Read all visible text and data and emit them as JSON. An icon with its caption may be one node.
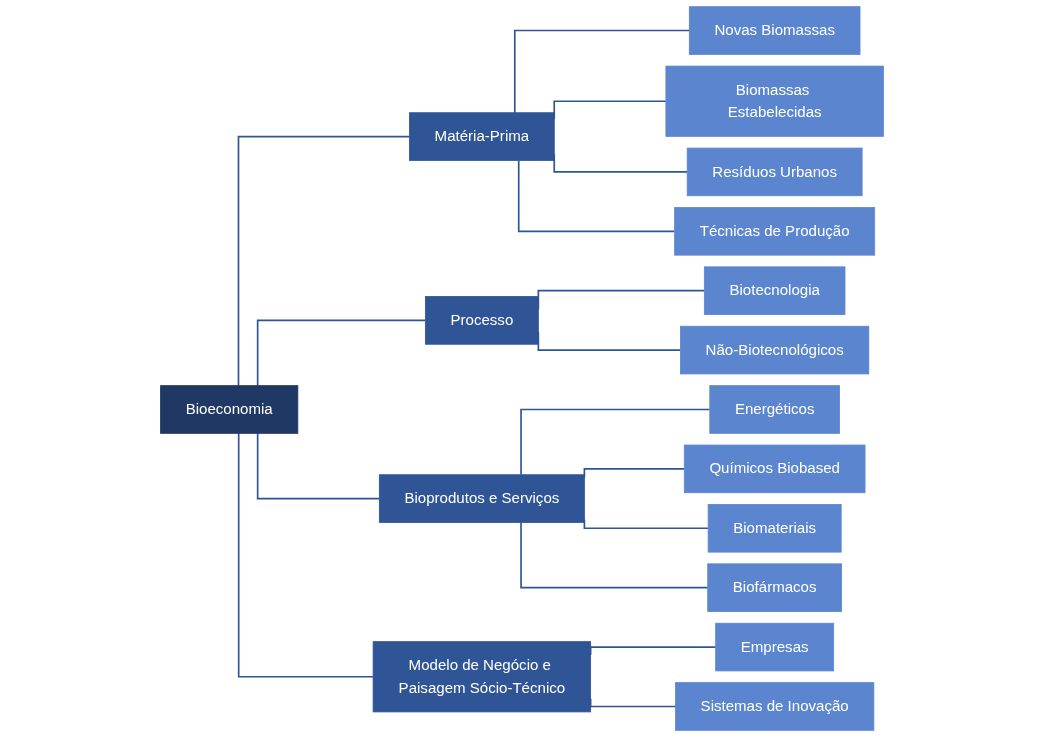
{
  "diagram": {
    "nodes": [
      {
        "text": [
          "Bioeconomia"
        ]
      },
      {
        "text": [
          "Matéria-Prima"
        ]
      },
      {
        "text": [
          "Processo"
        ]
      },
      {
        "text": [
          "Bioprodutos e Serviços"
        ]
      },
      {
        "text": [
          "Modelo de Negócio e Paisagem Sócio-Técnico"
        ]
      },
      {
        "text": [
          "Novas Biomassas"
        ]
      },
      {
        "text": [
          "Biomassas Estabelecidas"
        ]
      },
      {
        "text": [
          "Resíduos Urbanos"
        ]
      },
      {
        "text": [
          "Técnicas de Produção"
        ]
      },
      {
        "text": [
          "Biotecnologia"
        ]
      },
      {
        "text": [
          "Não-Biotecnológicos"
        ]
      },
      {
        "text": [
          "Energéticos"
        ]
      },
      {
        "text": [
          "Químicos Biobased"
        ]
      },
      {
        "text": [
          "Biomateriais"
        ]
      },
      {
        "text": [
          "Biofármacos"
        ]
      },
      {
        "text": [
          "Empresas"
        ]
      },
      {
        "text": [
          "Sistemas de Inovação"
        ]
      }
    ],
    "edges": [
      {
        "from": 0,
        "to": 1,
        "arrow": "none"
      },
      {
        "from": 0,
        "to": 2,
        "arrow": "none"
      },
      {
        "from": 0,
        "to": 3,
        "arrow": "none"
      },
      {
        "from": 0,
        "to": 4,
        "arrow": "none"
      },
      {
        "from": 1,
        "to": 5,
        "arrow": "none"
      },
      {
        "from": 1,
        "to": 6,
        "arrow": "none"
      },
      {
        "from": 1,
        "to": 7,
        "arrow": "none"
      },
      {
        "from": 1,
        "to": 8,
        "arrow": "none"
      },
      {
        "from": 2,
        "to": 9,
        "arrow": "none"
      },
      {
        "from": 2,
        "to": 10,
        "arrow": "none"
      },
      {
        "from": 3,
        "to": 11,
        "arrow": "none"
      },
      {
        "from": 3,
        "to": 12,
        "arrow": "none"
      },
      {
        "from": 3,
        "to": 13,
        "arrow": "none"
      },
      {
        "from": 3,
        "to": 14,
        "arrow": "none"
      },
      {
        "from": 4,
        "to": 15,
        "arrow": "none"
      },
      {
        "from": 4,
        "to": 16,
        "arrow": "none"
      }
    ]
  }
}
